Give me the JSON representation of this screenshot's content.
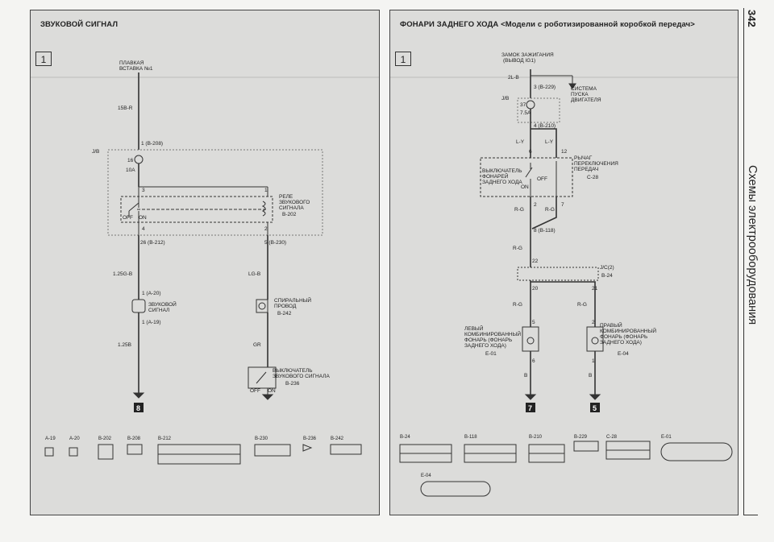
{
  "page_number": "342",
  "section_title": "Схемы электрооборудования",
  "left": {
    "title": "ЗВУКОВОЙ СИГНАЛ",
    "diagram_number": "1",
    "fuse_label_1": "ПЛАВКАЯ",
    "fuse_label_2": "ВСТАВКА №1",
    "wire_15br": "15B-R",
    "conn_b208": "1 (B-208)",
    "jb": "J/B",
    "fuse_no": "16",
    "fuse_amp": "10A",
    "pin3": "3",
    "pin1": "1",
    "relay_1": "РЕЛЕ",
    "relay_2": "ЗВУКОВОГО",
    "relay_3": "СИГНАЛА",
    "relay_conn": "B-202",
    "off": "OFF",
    "on": "ON",
    "pin4": "4",
    "pin2": "2",
    "conn_b212": "26 (B-212)",
    "conn_b230": "5 (B-230)",
    "wire_125gb": "1.25G-B",
    "wire_lgb": "LG-B",
    "conn_a20": "1 (A-20)",
    "horn_1": "ЗВУКОВОЙ",
    "horn_2": "СИГНАЛ",
    "conn_a19": "1 (A-19)",
    "spiral_1": "СПИРАЛЬНЫЙ",
    "spiral_2": "ПРОВОД",
    "conn_b242": "B-242",
    "wire_125b": "1.25B",
    "wire_gr": "GR",
    "sw_1": "ВЫКЛЮЧАТЕЛЬ",
    "sw_2": "ЗВУКОВОГО СИГНАЛА",
    "conn_b236": "B-236",
    "ground": "8",
    "connectors": [
      "A-19",
      "A-20",
      "B-202",
      "B-208",
      "B-212",
      "B-230",
      "B-236",
      "B-242"
    ]
  },
  "right": {
    "title": "ФОНАРИ ЗАДНЕГО ХОДА <Модели с роботизированной коробкой передач>",
    "diagram_number": "1",
    "ign_1": "ЗАМОК ЗАЖИГАНИЯ",
    "ign_2": "(ВЫВОД IG1)",
    "wire_2lb": "2L-B",
    "conn_b229": "3 (B-229)",
    "start_1": "СИСТЕМА",
    "start_2": "ПУСКА",
    "start_3": "ДВИГАТЕЛЯ",
    "jb": "J/B",
    "fuse_no": "37",
    "fuse_amp": "7.5A",
    "conn_b210": "4 (B-210)",
    "wire_ly1": "L-Y",
    "wire_ly2": "L-Y",
    "pin6": "6",
    "pin12": "12",
    "lever_1": "РЫЧАГ",
    "lever_2": "ПЕРЕКЛЮЧЕНИЯ",
    "lever_3": "ПЕРЕДАЧ",
    "conn_c28": "C-28",
    "rsw_1": "ВЫКЛЮЧАТЕЛЬ",
    "rsw_2": "ФОНАРЕЙ",
    "rsw_3": "ЗАДНЕГО ХОДА",
    "off": "OFF",
    "on": "ON",
    "pin2": "2",
    "pin7": "7",
    "wire_rg1": "R-G",
    "wire_rg2": "R-G",
    "conn_b118": "8 (B-118)",
    "wire_rg3": "R-G",
    "pin22": "22",
    "jc_1": "J/C(2)",
    "conn_b24": "B-24",
    "pin20": "20",
    "pin21": "21",
    "wire_rg4": "R-G",
    "wire_rg5": "R-G",
    "pin5": "5",
    "pin2b": "2",
    "left_lamp_1": "ЛЕВЫЙ",
    "left_lamp_2": "КОМБИНИРОВАННЫЙ",
    "left_lamp_3": "ФОНАРЬ (ФОНАРЬ",
    "left_lamp_4": "ЗАДНЕГО ХОДА)",
    "conn_e01": "E-01",
    "right_lamp_1": "ПРАВЫЙ",
    "right_lamp_2": "КОМБИНИРОВАННЫЙ",
    "right_lamp_3": "ФОНАРЬ (ФОНАРЬ",
    "right_lamp_4": "ЗАДНЕГО ХОДА)",
    "conn_e04": "E-04",
    "pin6b": "6",
    "pin1b": "1",
    "wire_b1": "B",
    "wire_b2": "B",
    "ground_left": "7",
    "ground_right": "5",
    "connectors": [
      "B-24",
      "B-118",
      "B-210",
      "B-229",
      "C-28",
      "E-01",
      "E-04"
    ]
  }
}
